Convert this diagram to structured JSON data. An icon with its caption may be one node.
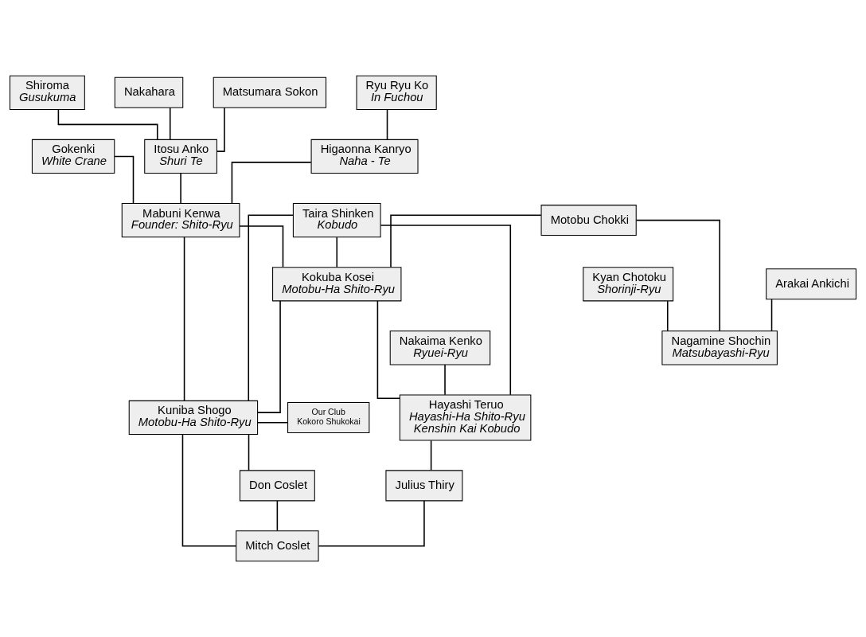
{
  "diagram": {
    "nodes": [
      {
        "text": [
          "Nakahara"
        ]
      },
      {
        "text": [
          "Matsumara Sokon"
        ]
      },
      {
        "text": [
          "Shiroma",
          "Gusukuma"
        ]
      },
      {
        "text": [
          "Ryu Ryu Ko",
          "In Fuchou"
        ]
      },
      {
        "text": [
          "Gokenki",
          "White Crane"
        ]
      },
      {
        "text": [
          "Itosu Anko",
          "Shuri Te"
        ]
      },
      {
        "text": [
          "Higaonna Kanryo",
          "Naha - Te"
        ]
      },
      {
        "text": [
          "Mabuni Kenwa",
          "Founder: Shito-Ryu"
        ]
      },
      {
        "text": [
          "Taira Shinken",
          "Kobudo"
        ]
      },
      {
        "text": [
          "Motobu Chokki"
        ]
      },
      {
        "text": [
          "Kokuba Kosei",
          "Motobu-Ha Shito-Ryu"
        ]
      },
      {
        "text": [
          "Arakai Ankichi"
        ]
      },
      {
        "text": [
          "Kyan Chotoku",
          "Shorinji-Ryu"
        ]
      },
      {
        "text": [
          "Nagamine Shochin",
          "Matsubayashi-Ryu"
        ]
      },
      {
        "text": [
          "Nakaima Kenko",
          "Ryuei-Ryu"
        ]
      },
      {
        "text": [
          "Our Club",
          "Kokoro Shukokai"
        ]
      },
      {
        "text": [
          "Kuniba Shogo",
          "Motobu-Ha Shito-Ryu"
        ]
      },
      {
        "text": [
          "Hayashi Teruo",
          "Hayashi-Ha Shito-Ryu",
          "Kenshin Kai Kobudo"
        ]
      },
      {
        "text": [
          "Don Coslet"
        ]
      },
      {
        "text": [
          "Julius Thiry"
        ]
      },
      {
        "text": [
          "Mitch Coslet"
        ]
      }
    ],
    "edges": [
      {
        "from": 0,
        "to": 5,
        "arrow": "none"
      },
      {
        "from": 1,
        "to": 5,
        "arrow": "none"
      },
      {
        "from": 2,
        "to": 5,
        "arrow": "none"
      },
      {
        "from": 3,
        "to": 6,
        "arrow": "none"
      },
      {
        "from": 4,
        "to": 7,
        "arrow": "none"
      },
      {
        "from": 5,
        "to": 7,
        "arrow": "none"
      },
      {
        "from": 6,
        "to": 7,
        "arrow": "none"
      },
      {
        "from": 7,
        "to": 10,
        "arrow": "none"
      },
      {
        "from": 8,
        "to": 10,
        "arrow": "none"
      },
      {
        "from": 9,
        "to": 10,
        "arrow": "none"
      },
      {
        "from": 7,
        "to": 16,
        "arrow": "none"
      },
      {
        "from": 8,
        "to": 16,
        "arrow": "none"
      },
      {
        "from": 8,
        "to": 17,
        "arrow": "none"
      },
      {
        "from": 9,
        "to": 13,
        "arrow": "none"
      },
      {
        "from": 11,
        "to": 13,
        "arrow": "none"
      },
      {
        "from": 12,
        "to": 13,
        "arrow": "none"
      },
      {
        "from": 10,
        "to": 16,
        "arrow": "none"
      },
      {
        "from": 10,
        "to": 17,
        "arrow": "none"
      },
      {
        "from": 14,
        "to": 17,
        "arrow": "none"
      },
      {
        "from": 16,
        "to": 15,
        "arrow": "none"
      },
      {
        "from": 16,
        "to": 18,
        "arrow": "none"
      },
      {
        "from": 16,
        "to": 20,
        "arrow": "none"
      },
      {
        "from": 17,
        "to": 19,
        "arrow": "none"
      },
      {
        "from": 18,
        "to": 20,
        "arrow": "none"
      },
      {
        "from": 19,
        "to": 20,
        "arrow": "none"
      }
    ]
  }
}
